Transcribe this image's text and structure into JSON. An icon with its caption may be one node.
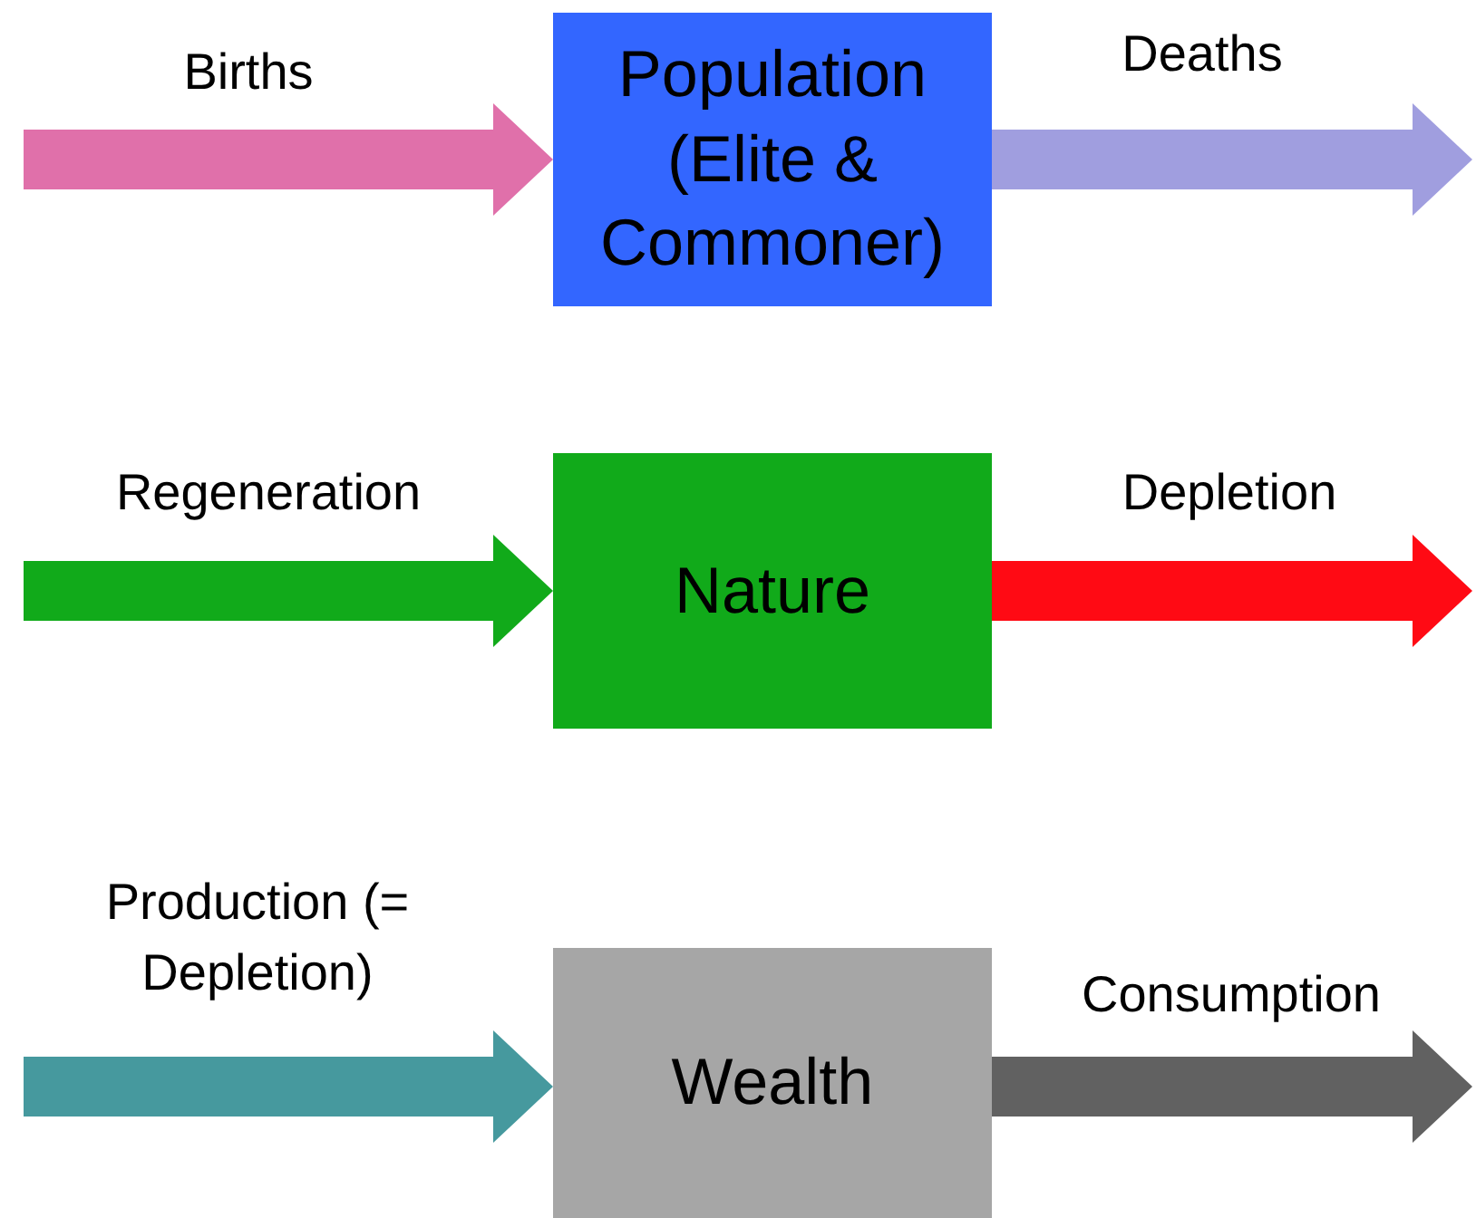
{
  "diagram": {
    "nodes": [
      {
        "text": [
          "Population (Elite & Commoner)"
        ]
      },
      {
        "text": [
          "Nature"
        ]
      },
      {
        "text": [
          "Wealth"
        ]
      }
    ],
    "edges": [
      {
        "from": null,
        "to": 0,
        "arrow": "to",
        "label": "Births",
        "color": "#e070aa"
      },
      {
        "from": 0,
        "to": null,
        "arrow": "to",
        "label": "Deaths",
        "color": "#a09edf"
      },
      {
        "from": null,
        "to": 1,
        "arrow": "to",
        "label": "Regeneration",
        "color": "#11aa1a"
      },
      {
        "from": 1,
        "to": null,
        "arrow": "to",
        "label": "Depletion",
        "color": "#ff0a14"
      },
      {
        "from": null,
        "to": 2,
        "arrow": "to",
        "label": "Production (= Depletion)",
        "color": "#46999e"
      },
      {
        "from": 2,
        "to": null,
        "arrow": "to",
        "label": "Consumption",
        "color": "#616161"
      }
    ]
  }
}
